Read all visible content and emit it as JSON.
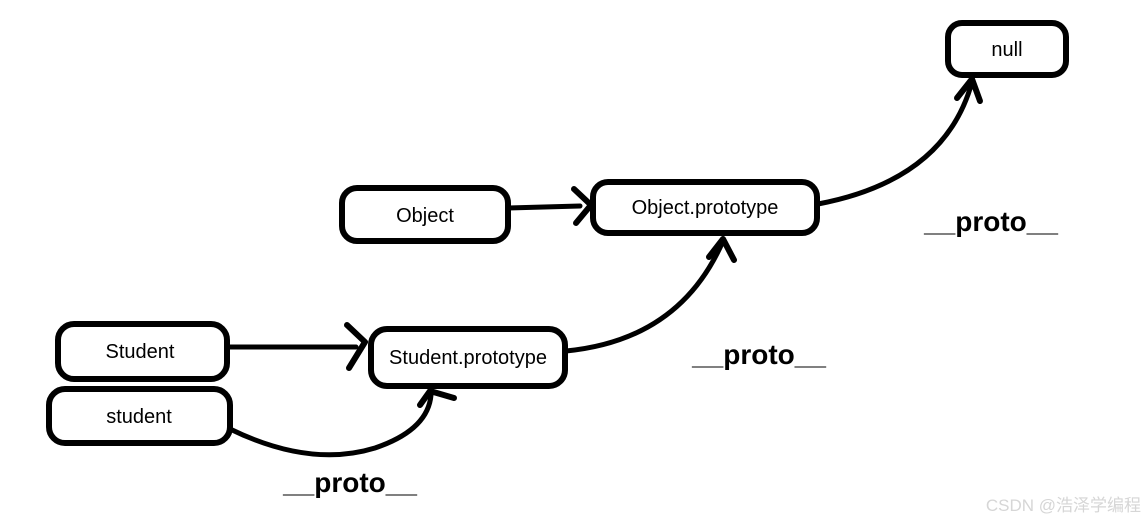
{
  "diagram": {
    "colors": {
      "background": "#ffffff",
      "stroke": "#000000",
      "watermark": "#d6d6d6"
    },
    "boxes": [
      {
        "id": "object",
        "label": "Object"
      },
      {
        "id": "object-prototype",
        "label": "Object.prototype"
      },
      {
        "id": "null",
        "label": "null"
      },
      {
        "id": "student-class",
        "label": "Student"
      },
      {
        "id": "student-prototype",
        "label": "Student.prototype"
      },
      {
        "id": "student-instance",
        "label": "student"
      }
    ],
    "proto_labels": [
      {
        "id": "proto-label-bottom",
        "text": "__proto__"
      },
      {
        "id": "proto-label-middle",
        "text": "__proto__"
      },
      {
        "id": "proto-label-top",
        "text": "__proto__"
      }
    ],
    "watermark": {
      "text": "CSDN @浩泽学编程"
    }
  }
}
